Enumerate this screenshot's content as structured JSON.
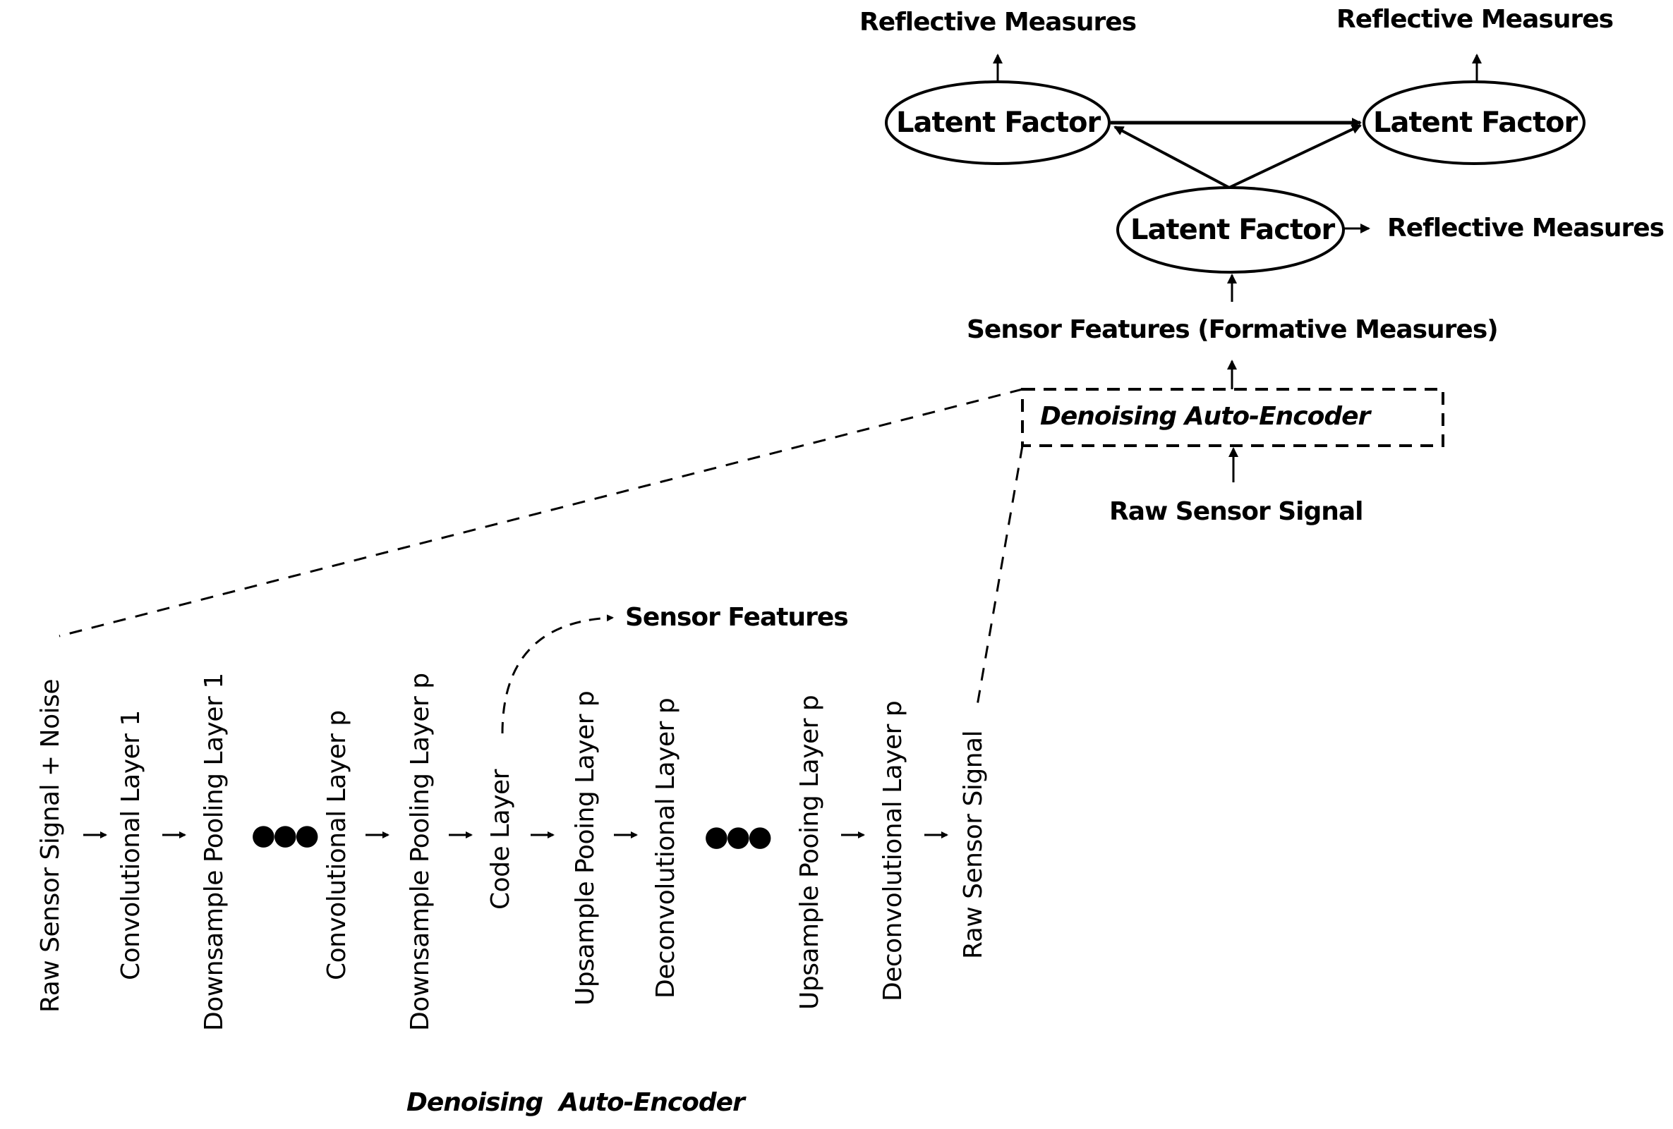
{
  "top": {
    "reflective_measures_label": "Reflective Measures",
    "latent_factor_label": "Latent Factor",
    "sensor_features_formative": "Sensor Features (Formative Measures)",
    "dae_box_label": "Denoising Auto-Encoder",
    "raw_sensor_signal": "Raw Sensor Signal"
  },
  "nodes": [
    {
      "id": "latent-factor-left",
      "label": "Latent Factor"
    },
    {
      "id": "latent-factor-right",
      "label": "Latent Factor"
    },
    {
      "id": "latent-factor-bottom",
      "label": "Latent Factor"
    }
  ],
  "measures": [
    {
      "label": "Reflective Measures"
    },
    {
      "label": "Reflective Measures"
    },
    {
      "label": "Reflective Measures"
    }
  ],
  "layers": [
    "Raw Sensor Signal + Noise",
    "Convolutional Layer 1",
    "Downsample Pooling Layer 1",
    "Convolutional Layer p",
    "Downsample Pooling Layer p",
    "Code Layer",
    "Upsample Pooing Layer p",
    "Deconvolutional Layer p",
    "Upsample Pooing Layer p",
    "Deconvolutional Layer p",
    "Raw Sensor Signal"
  ],
  "ellipsis": "●●●",
  "code_output_label": "Sensor Features",
  "caption": "Denoising  Auto-Encoder"
}
